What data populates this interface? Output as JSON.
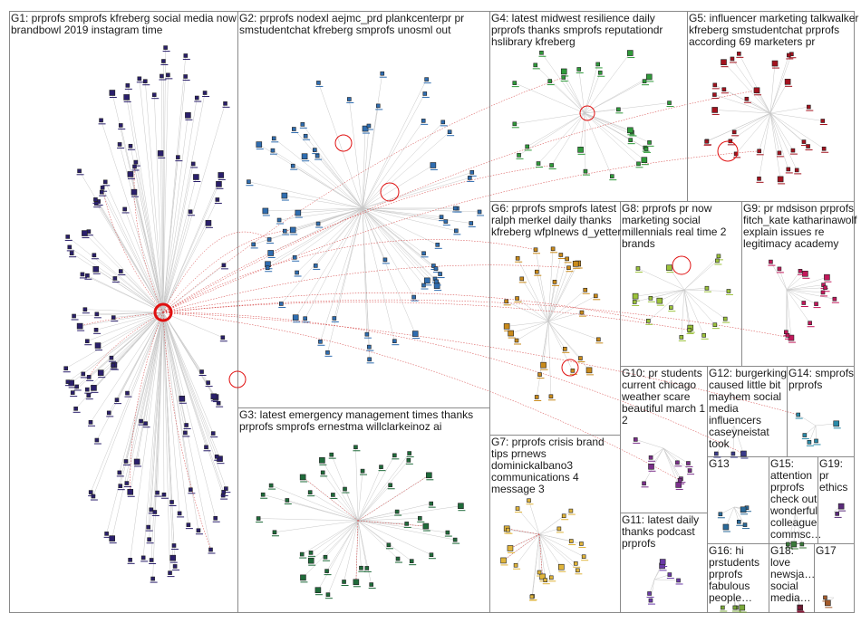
{
  "groups": [
    {
      "id": "G1",
      "label_lines": [
        "G1: prprofs smprofs kfreberg social media now",
        "brandbowl 2019 instagram time"
      ],
      "color": "#2a1f6b"
    },
    {
      "id": "G2",
      "label_lines": [
        "G2: prprofs nodexl aejmc_prd plankcenterpr pr",
        "smstudentchat kfreberg smprofs unosml out"
      ],
      "color": "#2f6db0"
    },
    {
      "id": "G3",
      "label_lines": [
        "G3: latest emergency management times thanks",
        "prprofs smprofs ernestma willclarkeinoz ai"
      ],
      "color": "#1f6b3a"
    },
    {
      "id": "G4",
      "label_lines": [
        "G4: latest midwest resilience daily",
        "prprofs thanks smprofs reputationdr",
        "hslibrary kfreberg"
      ],
      "color": "#2f9a3a"
    },
    {
      "id": "G5",
      "label_lines": [
        "G5: influencer marketing talkwalker",
        "kfreberg smstudentchat prprofs",
        "according 69 marketers pr"
      ],
      "color": "#a3121e"
    },
    {
      "id": "G6",
      "label_lines": [
        "G6: prprofs smprofs latest",
        "ralph merkel daily thanks",
        "kfreberg wfplnews d_yetter"
      ],
      "color": "#c98a1a"
    },
    {
      "id": "G7",
      "label_lines": [
        "G7: prprofs crisis brand",
        "tips prnews",
        "dominickalbano3",
        "communications 4",
        "message 3"
      ],
      "color": "#e0b43a"
    },
    {
      "id": "G8",
      "label_lines": [
        "G8: prprofs pr now",
        "marketing social",
        "millennials real time 2",
        "brands"
      ],
      "color": "#9bc23a"
    },
    {
      "id": "G9",
      "label_lines": [
        "G9: pr mdsison prprofs",
        "fitch_kate katharinawolf",
        "explain issues re",
        "legitimacy academy"
      ],
      "color": "#c2185b"
    },
    {
      "id": "G10",
      "label_lines": [
        "G10: pr students",
        "current chicago",
        "weather scare",
        "beautiful march 1",
        "2"
      ],
      "color": "#7a2f8a"
    },
    {
      "id": "G11",
      "label_lines": [
        "G11: latest daily",
        "thanks podcast",
        "prprofs"
      ],
      "color": "#6a3aa8"
    },
    {
      "id": "G12",
      "label_lines": [
        "G12: burgerking",
        "caused little bit",
        "mayhem social",
        "media",
        "influencers",
        "caseyneistat",
        "took"
      ],
      "color": "#3a3a8a"
    },
    {
      "id": "G13",
      "label_lines": [
        "G13"
      ],
      "color": "#2a6a9a"
    },
    {
      "id": "G14",
      "label_lines": [
        "G14: smprofs",
        "prprofs"
      ],
      "color": "#2a8aa8"
    },
    {
      "id": "G15",
      "label_lines": [
        "G15:",
        "attention",
        "prprofs",
        "check out",
        "wonderful",
        "colleague",
        "commsc…"
      ],
      "color": "#3a7a3a"
    },
    {
      "id": "G16",
      "label_lines": [
        "G16: hi",
        "prstudents",
        "prprofs",
        "fabulous",
        "people…"
      ],
      "color": "#7aa83a"
    },
    {
      "id": "G17",
      "label_lines": [
        "G17"
      ],
      "color": "#a35a2a"
    },
    {
      "id": "G18",
      "label_lines": [
        "G18:",
        "love",
        "newsja…",
        "social",
        "media…"
      ],
      "color": "#8a1a3a"
    },
    {
      "id": "G19",
      "label_lines": [
        "G19:",
        "pr",
        "ethics"
      ],
      "color": "#5a2a7a"
    }
  ],
  "colors": {
    "edge_gray": "#c8c8c8",
    "edge_red": "#d23030",
    "hub_ring": "#e01010",
    "box_stroke": "#8a8a8a"
  }
}
